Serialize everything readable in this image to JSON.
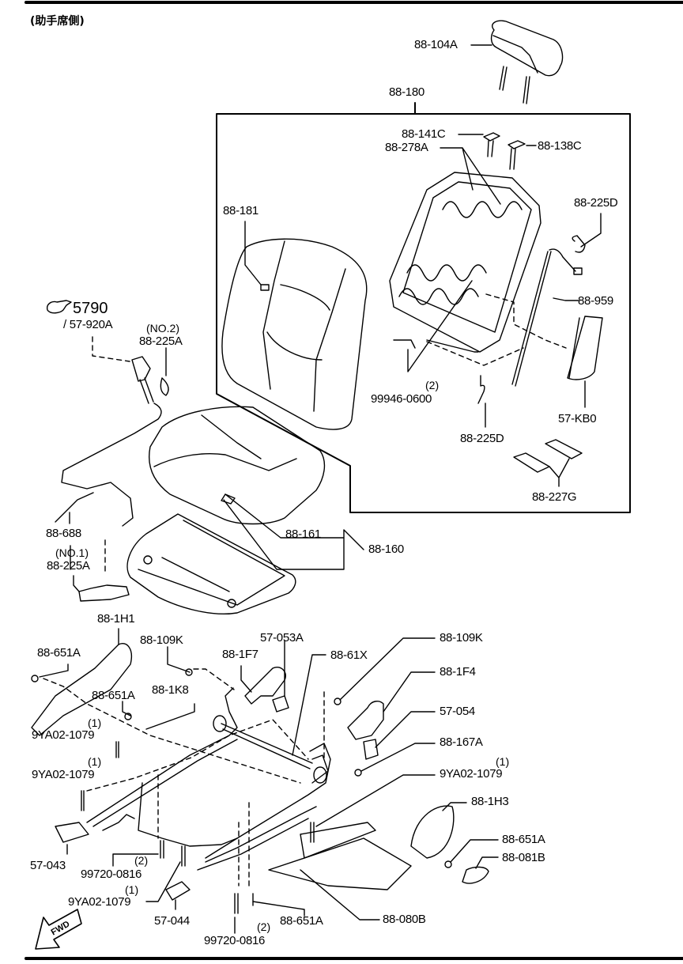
{
  "header": {
    "title": "(助手席側)",
    "top_rule_color": "#000000"
  },
  "reference": {
    "icon": "pointing-hand-icon",
    "section": "5790",
    "part": "/ 57-920A"
  },
  "orientation": {
    "arrow_label": "FWD"
  },
  "groups": {
    "seatback_box": "88-180",
    "cushion_bracket": "88-160"
  },
  "parts": [
    {
      "id": "88-104A",
      "name": "headrest"
    },
    {
      "id": "88-180",
      "name": "seatback-assembly"
    },
    {
      "id": "88-141C",
      "name": "headrest-guide-lock"
    },
    {
      "id": "88-278A",
      "name": "headrest-guide"
    },
    {
      "id": "88-138C",
      "name": "headrest-guide-free"
    },
    {
      "id": "88-181",
      "name": "seatback-trim"
    },
    {
      "id": "88-225D",
      "name": "wire-clip-upper"
    },
    {
      "id": "88-959",
      "name": "wire-harness"
    },
    {
      "id": "99946-0600",
      "qty": "(2)",
      "name": "seatback-bolt"
    },
    {
      "id": "88-225D",
      "name": "wire-clip-lower"
    },
    {
      "id": "57-KB0",
      "name": "side-airbag-module"
    },
    {
      "id": "88-227G",
      "name": "pads"
    },
    {
      "id": "88-225A",
      "qty": "(NO.2)",
      "name": "wire-clip-no2"
    },
    {
      "id": "88-161",
      "name": "cushion-trim"
    },
    {
      "id": "88-160",
      "name": "cushion-assembly"
    },
    {
      "id": "88-688",
      "name": "harness-clip"
    },
    {
      "id": "88-225A",
      "qty": "(NO.1)",
      "name": "wire-clip-no1"
    },
    {
      "id": "88-1H1",
      "name": "outer-cover-rear"
    },
    {
      "id": "88-651A",
      "name": "screw-upper-left"
    },
    {
      "id": "88-109K",
      "name": "bolt-left"
    },
    {
      "id": "88-1F7",
      "name": "recliner-cover-inner"
    },
    {
      "id": "57-053A",
      "name": "anchor-bracket"
    },
    {
      "id": "88-61X",
      "name": "seat-adjuster"
    },
    {
      "id": "88-651A",
      "name": "screw-middle-left"
    },
    {
      "id": "88-1K8",
      "name": "lever"
    },
    {
      "id": "9YA02-1079",
      "qty": "(1)",
      "name": "bolt-a"
    },
    {
      "id": "9YA02-1079",
      "qty": "(1)",
      "name": "bolt-b"
    },
    {
      "id": "88-109K",
      "name": "bolt-right"
    },
    {
      "id": "88-1F4",
      "name": "recliner-cover-right"
    },
    {
      "id": "57-054",
      "name": "clip-right"
    },
    {
      "id": "88-167A",
      "name": "nut-right"
    },
    {
      "id": "9YA02-1079",
      "qty": "(1)",
      "name": "bolt-right"
    },
    {
      "id": "88-1H3",
      "name": "outer-cover-front"
    },
    {
      "id": "88-651A",
      "name": "screw-right"
    },
    {
      "id": "88-081B",
      "name": "knob"
    },
    {
      "id": "57-043",
      "name": "buckle-cover"
    },
    {
      "id": "99720-0816",
      "qty": "(2)",
      "name": "bolt-c"
    },
    {
      "id": "9YA02-1079",
      "qty": "(1)",
      "name": "bolt-d"
    },
    {
      "id": "57-044",
      "name": "rail-cover"
    },
    {
      "id": "99720-0816",
      "qty": "(2)",
      "name": "bolt-e"
    },
    {
      "id": "88-651A",
      "name": "screw-bottom"
    },
    {
      "id": "88-080B",
      "name": "side-cover"
    }
  ]
}
